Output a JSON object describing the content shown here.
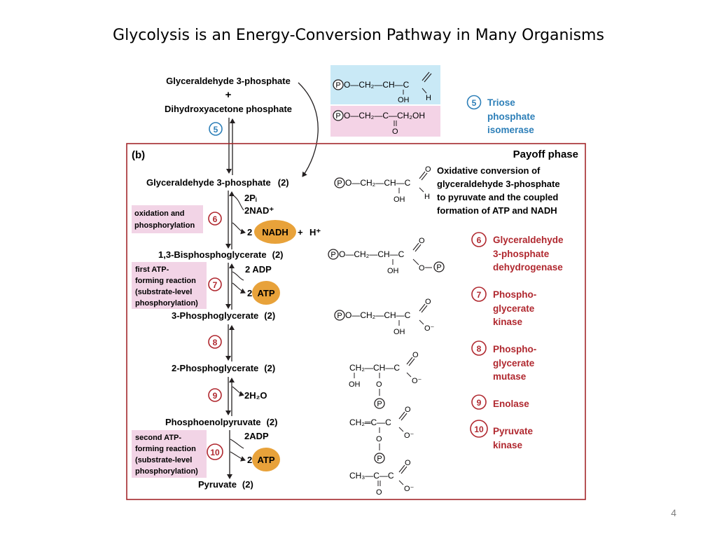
{
  "slide": {
    "title": "Glycolysis is an Energy-Conversion Pathway in Many Organisms",
    "page_number": "4"
  },
  "colors": {
    "frame": "#a3282c",
    "enzyme_red": "#b0282f",
    "enzyme_blue": "#2d7fb8",
    "note_pink": "#f2d4e6",
    "cofactor_orange": "#e8a23a",
    "top_box_blue": "#c9e9f6",
    "top_box_pink": "#f4d3e6"
  },
  "preparatory": {
    "reactant1": "Glyceraldehyde 3-phosphate",
    "plus": "+",
    "reactant2": "Dihydroxyacetone phosphate",
    "step_number": "5",
    "enzyme": [
      "Triose",
      "phosphate",
      "isomerase"
    ],
    "ga3p_formula": {
      "row": "O—CH₂—CH—C",
      "below": "OH",
      "h": "H"
    },
    "dhap_formula": {
      "row": "O—CH₂—C—CH₂OH",
      "below": "O"
    }
  },
  "payoff": {
    "panel_label": "(b)",
    "phase_title": "Payoff phase",
    "description": [
      "Oxidative conversion of",
      "glyceraldehyde 3-phosphate",
      "to pyruvate and the coupled",
      "formation of ATP and NADH"
    ],
    "phosphate_symbol": "P",
    "metabolites": [
      {
        "name": "Glyceraldehyde 3-phosphate",
        "count": "(2)"
      },
      {
        "name": "1,3-Bisphosphoglycerate",
        "count": "(2)"
      },
      {
        "name": "3-Phosphoglycerate",
        "count": "(2)"
      },
      {
        "name": "2-Phosphoglycerate",
        "count": "(2)"
      },
      {
        "name": "Phosphoenolpyruvate",
        "count": "(2)"
      },
      {
        "name": "Pyruvate",
        "count": "(2)"
      }
    ],
    "step6": {
      "number": "6",
      "inputs": [
        "2Pᵢ",
        "2NAD⁺"
      ],
      "coef": "2",
      "product": "NADH",
      "plus": "+",
      "h": "H⁺",
      "note": [
        "oxidation and",
        "phosphorylation"
      ]
    },
    "step7": {
      "number": "7",
      "input": "2 ADP",
      "coef": "2",
      "product": "ATP",
      "note": [
        "first ATP-",
        "forming reaction",
        "(substrate-level",
        "phosphorylation)"
      ]
    },
    "step8": {
      "number": "8"
    },
    "step9": {
      "number": "9",
      "output": "2H₂O"
    },
    "step10": {
      "number": "10",
      "input": "2ADP",
      "coef": "2",
      "product": "ATP",
      "note": [
        "second ATP-",
        "forming reaction",
        "(substrate-level",
        "phosphorylation)"
      ]
    },
    "structures": {
      "ga3p": {
        "row": "O—CH₂—CH—C",
        "below": "OH",
        "top": "O",
        "h": "H"
      },
      "bpg13": {
        "row": "O—CH₂—CH—C",
        "below": "OH",
        "top": "O",
        "ester": "O"
      },
      "pg3": {
        "row": "O—CH₂—CH—C",
        "below": "OH",
        "top": "O",
        "minus": "O⁻"
      },
      "pg2": {
        "row": "CH₂—CH—C",
        "below": "OH",
        "ester": "O",
        "top": "O",
        "minus": "O⁻"
      },
      "pep": {
        "row": "CH₂═C—C",
        "ester": "O",
        "top": "O",
        "minus": "O⁻"
      },
      "pyr": {
        "row": "CH₃—C—C",
        "below": "O",
        "top": "O",
        "minus": "O⁻"
      }
    },
    "enzymes": [
      {
        "number": "6",
        "lines": [
          "Glyceraldehyde",
          "3-phosphate",
          "dehydrogenase"
        ]
      },
      {
        "number": "7",
        "lines": [
          "Phospho-",
          "glycerate",
          "kinase"
        ]
      },
      {
        "number": "8",
        "lines": [
          "Phospho-",
          "glycerate",
          "mutase"
        ]
      },
      {
        "number": "9",
        "lines": [
          "Enolase"
        ]
      },
      {
        "number": "10",
        "lines": [
          "Pyruvate",
          "kinase"
        ]
      }
    ]
  }
}
